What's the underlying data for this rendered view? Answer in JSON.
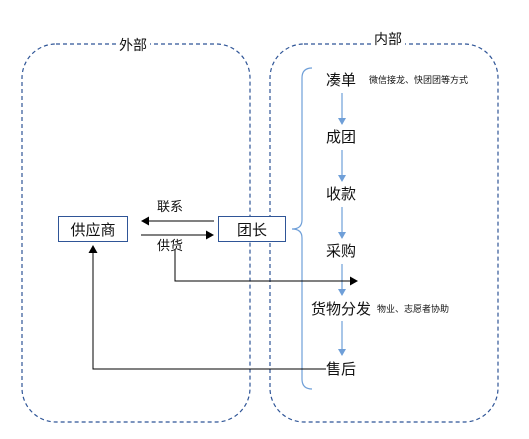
{
  "regions": {
    "external": "外部",
    "internal": "内部"
  },
  "nodes": {
    "supplier": "供应商",
    "leader": "团长"
  },
  "edges": {
    "contact": "联系",
    "supply": "供货"
  },
  "steps": [
    {
      "label": "凑单",
      "note": "微信接龙、快团团等方式"
    },
    {
      "label": "成团",
      "note": ""
    },
    {
      "label": "收款",
      "note": ""
    },
    {
      "label": "采购",
      "note": ""
    },
    {
      "label": "货物分发",
      "note": "物业、志愿者协助"
    },
    {
      "label": "售后",
      "note": ""
    }
  ],
  "colors": {
    "border": "#2f5597",
    "arrow": "#6f9fd8",
    "line": "#000000"
  }
}
